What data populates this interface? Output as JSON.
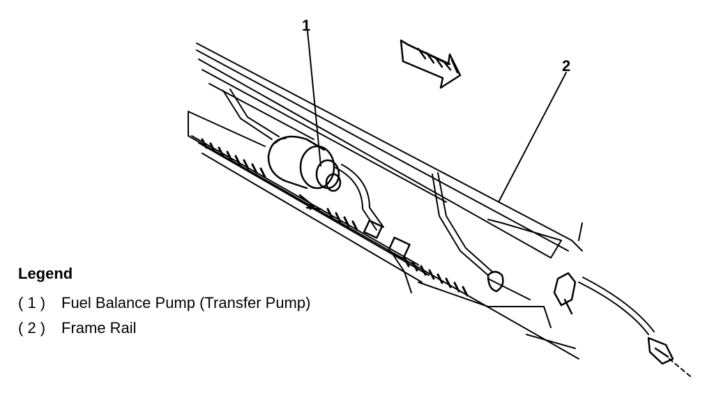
{
  "callouts": [
    {
      "id": "1",
      "label": "1"
    },
    {
      "id": "2",
      "label": "2"
    }
  ],
  "legend": {
    "title": "Legend",
    "items": [
      {
        "number": "( 1 )",
        "text": "Fuel Balance Pump (Transfer Pump)"
      },
      {
        "number": "( 2 )",
        "text": "Frame Rail"
      }
    ]
  }
}
